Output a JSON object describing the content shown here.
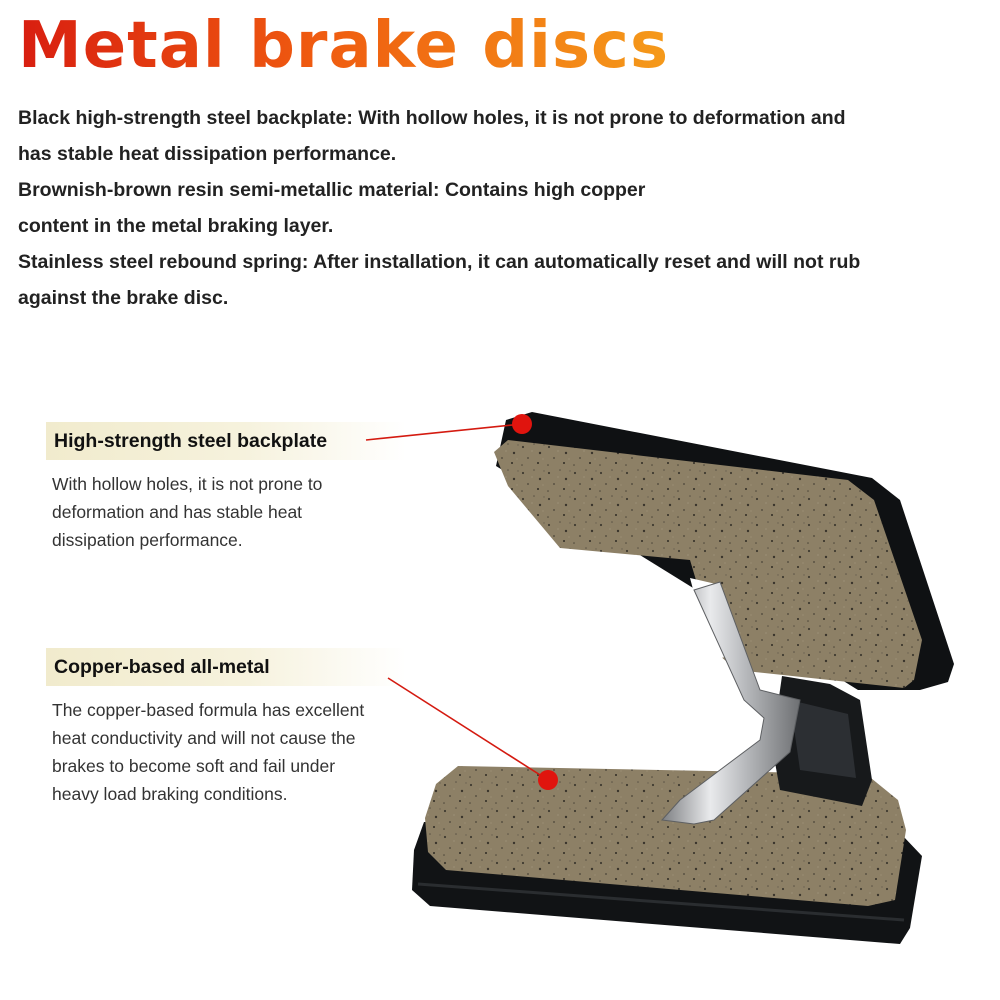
{
  "title": "Metal brake discs",
  "intro": {
    "line1": "Black high-strength steel backplate: With hollow holes, it is not prone to deformation and",
    "line2": "has stable heat dissipation performance.",
    "line3": "Brownish-brown resin semi-metallic material: Contains high copper",
    "line4": "content in the metal braking layer.",
    "line5": "Stainless steel rebound spring: After installation, it can automatically reset and will not rub",
    "line6": "against the brake disc."
  },
  "callouts": [
    {
      "title": "High-strength steel backplate",
      "desc1": "With hollow holes, it is not prone to",
      "desc2": "deformation and has stable heat",
      "desc3": "dissipation performance."
    },
    {
      "title": "Copper-based all-metal",
      "desc1": "The copper-based formula has excellent",
      "desc2": "heat conductivity and will not cause the",
      "desc3": "brakes to become soft and fail under",
      "desc4": "heavy load braking conditions."
    }
  ],
  "colors": {
    "title_gradient_start": "#d81e10",
    "title_gradient_end": "#f59a1a",
    "marker": "#e0140e",
    "callout_bg": "#f1ebcd"
  }
}
